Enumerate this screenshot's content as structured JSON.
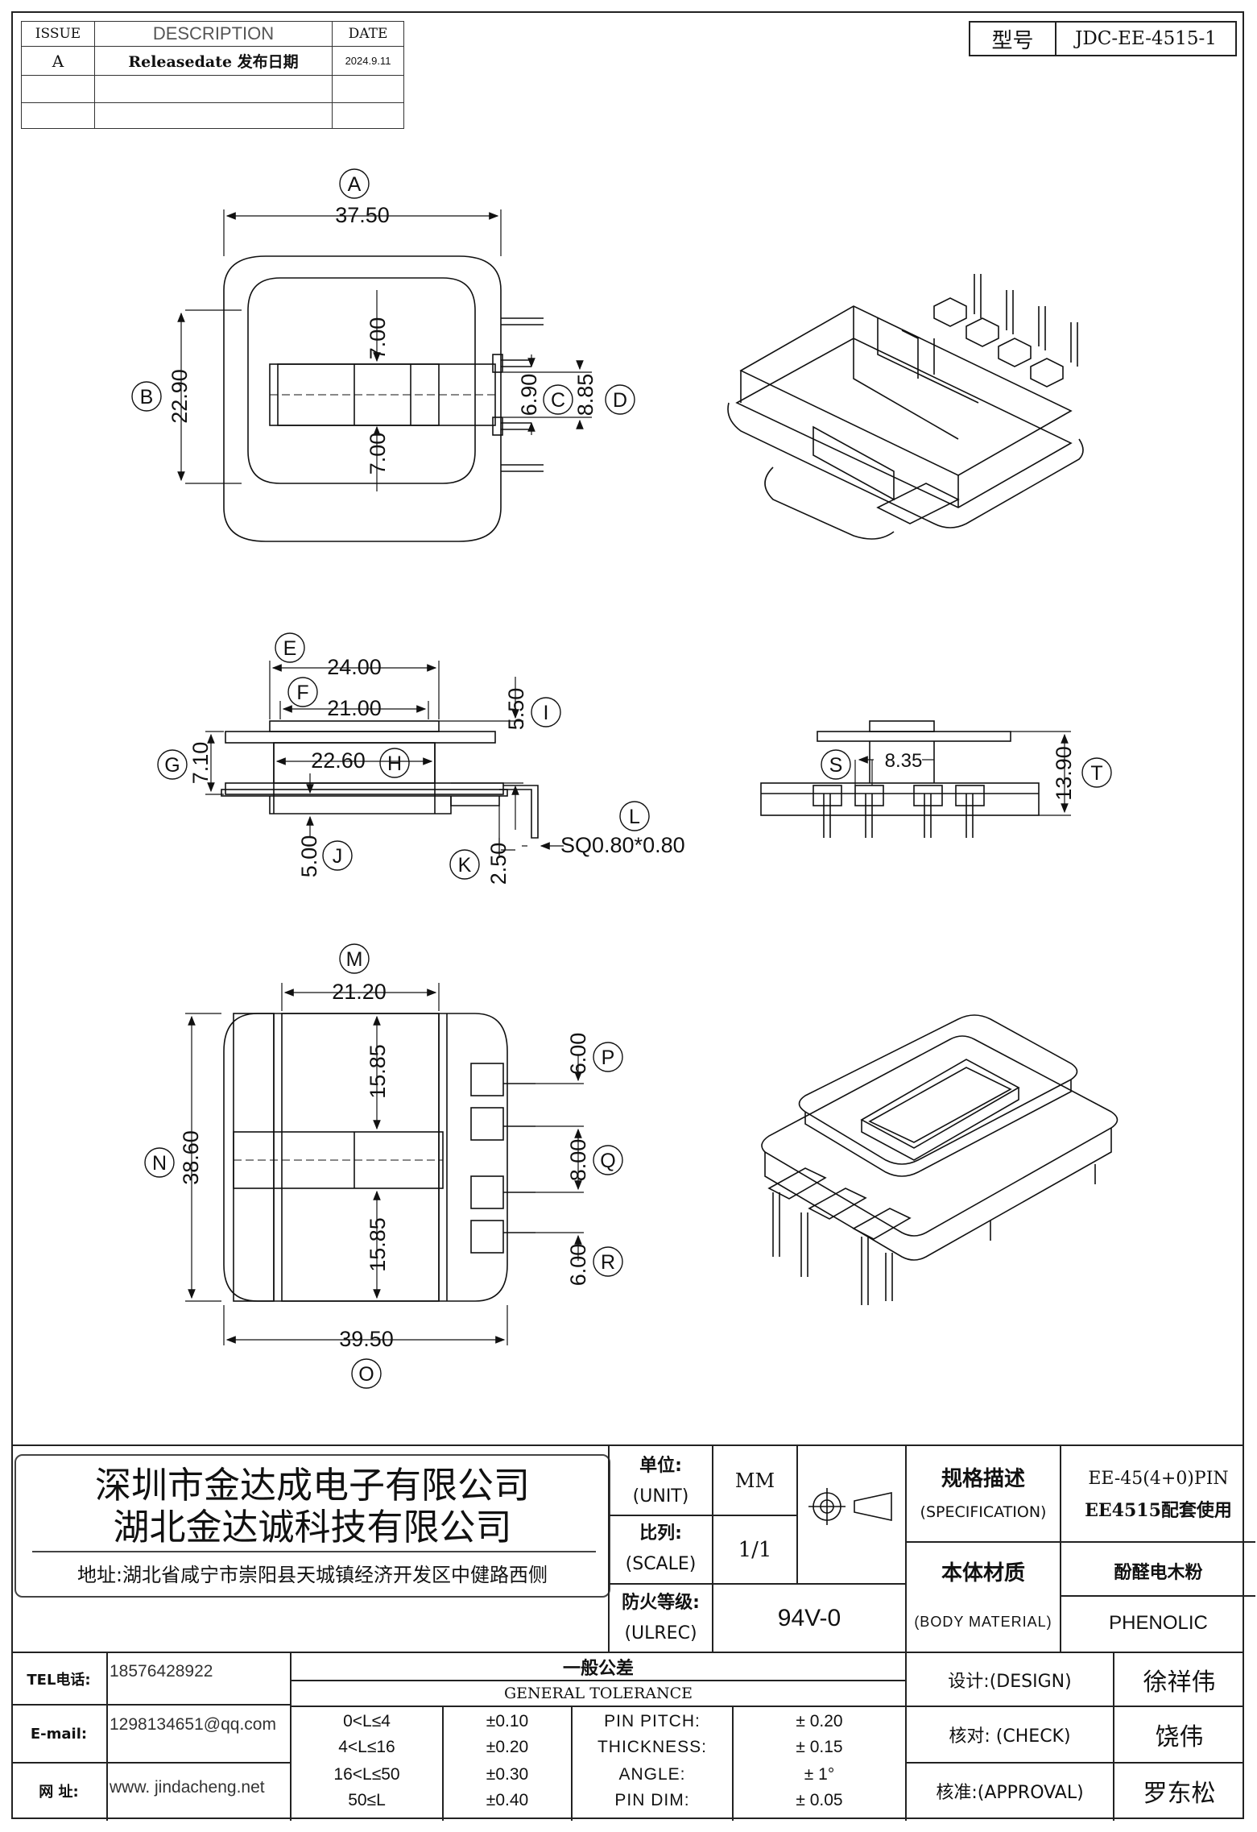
{
  "revision_table": {
    "headers": {
      "issue": "ISSUE",
      "description": "DESCRIPTION",
      "date": "DATE"
    },
    "rows": [
      {
        "issue": "A",
        "description": "Releasedate 发布日期",
        "date": "2024.9.11"
      },
      {
        "issue": "",
        "description": "",
        "date": ""
      },
      {
        "issue": "",
        "description": "",
        "date": ""
      }
    ]
  },
  "model_box": {
    "label": "型号",
    "value": "JDC-EE-4515-1"
  },
  "top_view": {
    "labels": {
      "A": "A",
      "B": "B",
      "C": "C",
      "D": "D"
    },
    "dims": {
      "A": "37.50",
      "B": "22.90",
      "C": "6.90",
      "D": "8.85",
      "inner_top": "7.00",
      "inner_bottom": "7.00"
    }
  },
  "front_view": {
    "labels": {
      "E": "E",
      "F": "F",
      "G": "G",
      "H": "H",
      "I": "I",
      "J": "J",
      "K": "K",
      "L": "L"
    },
    "dims": {
      "E": "24.00",
      "F": "21.00",
      "G": "7.10",
      "H": "22.60",
      "I": "5.50",
      "J": "5.00",
      "K": "2.50",
      "L": "SQ0.80*0.80"
    }
  },
  "side_view": {
    "labels": {
      "S": "S",
      "T": "T"
    },
    "dims": {
      "S": "8.35",
      "T": "13.90"
    }
  },
  "bottom_view": {
    "labels": {
      "M": "M",
      "N": "N",
      "O": "O",
      "P": "P",
      "Q": "Q",
      "R": "R"
    },
    "dims": {
      "M": "21.20",
      "N": "38.60",
      "O": "39.50",
      "P": "6.00",
      "Q": "8.00",
      "R": "6.00",
      "upper": "15.85",
      "lower": "15.85"
    }
  },
  "title_block": {
    "company_1": "深圳市金达成电子有限公司",
    "company_2": "湖北金达诚科技有限公司",
    "address": "地址:湖北省咸宁市崇阳县天城镇经济开发区中健路西侧",
    "unit_cn": "单位:",
    "unit_en": "(UNIT)",
    "unit_value": "MM",
    "scale_cn": "比列:",
    "scale_en": "(SCALE)",
    "scale_value": "1/1",
    "flame_cn": "防火等级:",
    "flame_en": "(ULREC)",
    "flame_value": "94V-0",
    "spec_cn": "规格描述",
    "spec_en": "(SPECIFICATION)",
    "spec_value_1": "EE-45(4+0)PIN",
    "spec_value_2": "EE4515配套使用",
    "material_cn": "本体材质",
    "material_en": "(BODY MATERIAL)",
    "material_value_cn": "酚醛电木粉",
    "material_value_en": "PHENOLIC",
    "tel_label": "TEL电话:",
    "tel_value": "18576428922",
    "email_label": "E-mail:",
    "email_value": "1298134651@qq.com",
    "web_label": "网  址:",
    "web_value": "www. jindacheng.net",
    "tolerance_cn": "一般公差",
    "tolerance_en": "GENERAL TOLERANCE",
    "tolerance_rows": [
      {
        "range": "0<L≤4",
        "tol": "±0.10",
        "item": "PIN PITCH:",
        "value": "±  0.20"
      },
      {
        "range": "4<L≤16",
        "tol": "±0.20",
        "item": "THICKNESS:",
        "value": "±  0.15"
      },
      {
        "range": "16<L≤50",
        "tol": "±0.30",
        "item": "ANGLE:",
        "value": "±  1°"
      },
      {
        "range": "50≤L",
        "tol": "±0.40",
        "item": "PIN DIM:",
        "value": "±  0.05"
      }
    ],
    "design_label": "设计:(DESIGN)",
    "design_value": "徐祥伟",
    "check_label": "核对: (CHECK)",
    "check_value": "饶伟",
    "approval_label": "核准:(APPROVAL)",
    "approval_value": "罗东松"
  }
}
